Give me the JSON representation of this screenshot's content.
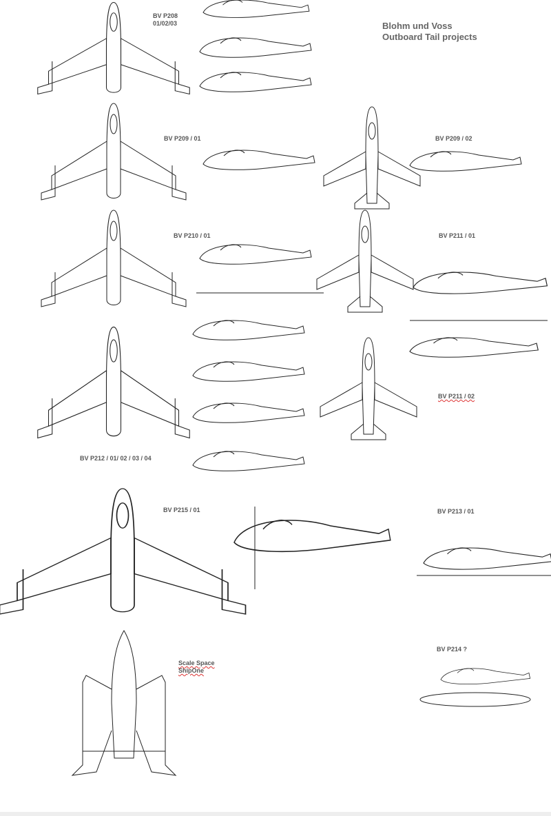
{
  "title": {
    "line1": "Blohm und Voss",
    "line2": "Outboard Tail projects"
  },
  "labels": {
    "p208": {
      "line1": "BV P208",
      "line2": "01/02/03"
    },
    "p209_01": "BV P209 / 01",
    "p209_02": "BV P209 / 02",
    "p210_01": "BV P210 / 01",
    "p211_01": "BV P211 / 01",
    "p211_02": "BV P211 / 02",
    "p212": "BV P212 / 01/ 02 / 03 / 04",
    "p215_01": "BV P215 / 01",
    "p213_01": "BV P213 / 01",
    "p214": "BV P214 ?",
    "spaceship": {
      "line1": "Scale Space",
      "line2": "ShipOne"
    }
  }
}
